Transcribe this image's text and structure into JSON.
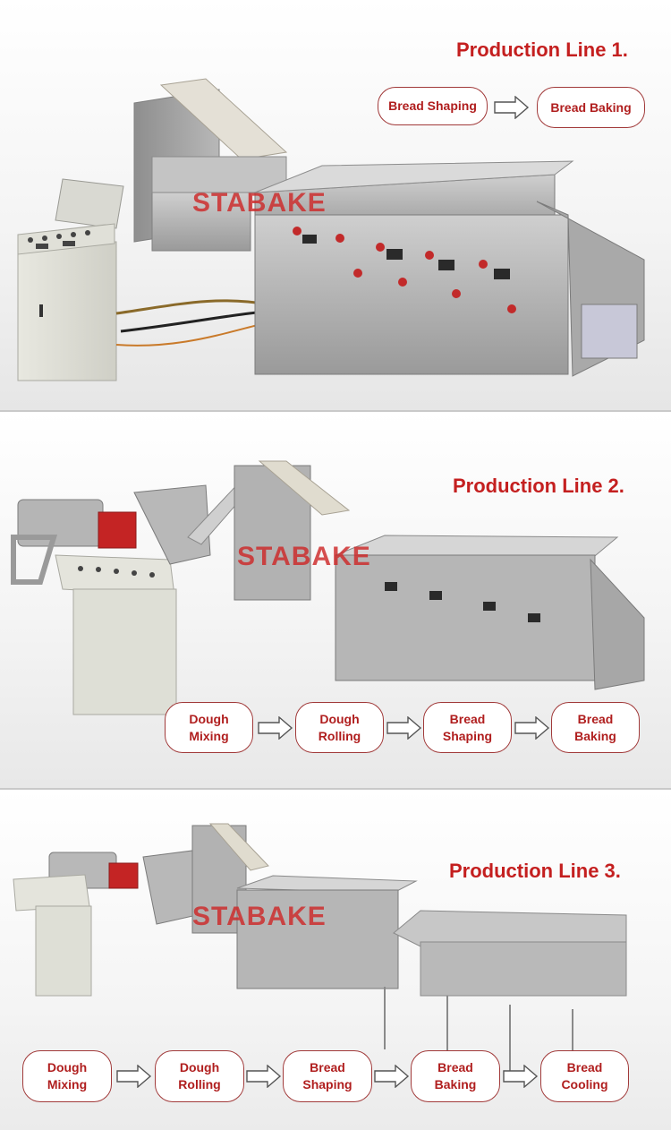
{
  "watermark": "STABAKE",
  "colors": {
    "accent": "#c41f1f",
    "pill_border": "#a13a3a"
  },
  "sections": [
    {
      "title": "Production Line 1.",
      "steps": [
        "Bread Shaping",
        "Bread Baking"
      ]
    },
    {
      "title": "Production Line 2.",
      "steps": [
        {
          "line1": "Dough",
          "line2": "Mixing"
        },
        {
          "line1": "Dough",
          "line2": "Rolling"
        },
        {
          "line1": "Bread",
          "line2": "Shaping"
        },
        {
          "line1": "Bread",
          "line2": "Baking"
        }
      ]
    },
    {
      "title": "Production Line 3.",
      "steps": [
        {
          "line1": "Dough",
          "line2": "Mixing"
        },
        {
          "line1": "Dough",
          "line2": "Rolling"
        },
        {
          "line1": "Bread",
          "line2": "Shaping"
        },
        {
          "line1": "Bread",
          "line2": "Baking"
        },
        {
          "line1": "Bread",
          "line2": "Cooling"
        }
      ]
    }
  ]
}
